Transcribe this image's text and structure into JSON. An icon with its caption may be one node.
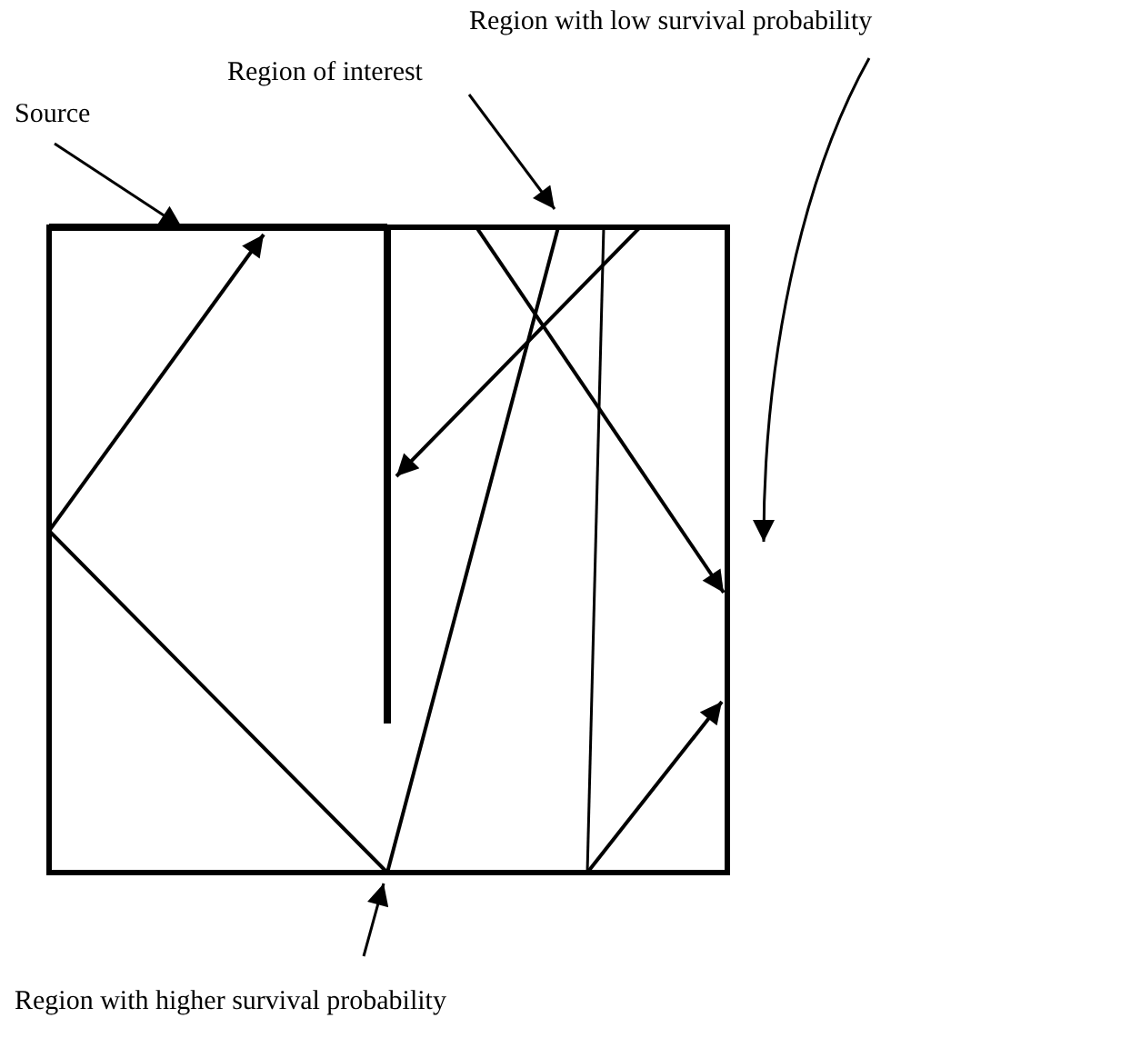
{
  "diagram": {
    "nodes": [
      {
        "text": [
          "Region with low survival probability"
        ]
      },
      {
        "text": [
          "Region of interest"
        ]
      },
      {
        "text": [
          "Source"
        ]
      },
      {
        "text": [
          "Region with higher survival probability"
        ]
      }
    ],
    "edges": [
      {
        "from": 0,
        "to": null,
        "arrow": "to"
      },
      {
        "from": 1,
        "to": null,
        "arrow": "to"
      },
      {
        "from": 2,
        "to": null,
        "arrow": "to"
      },
      {
        "from": 3,
        "to": null,
        "arrow": "to"
      }
    ]
  }
}
